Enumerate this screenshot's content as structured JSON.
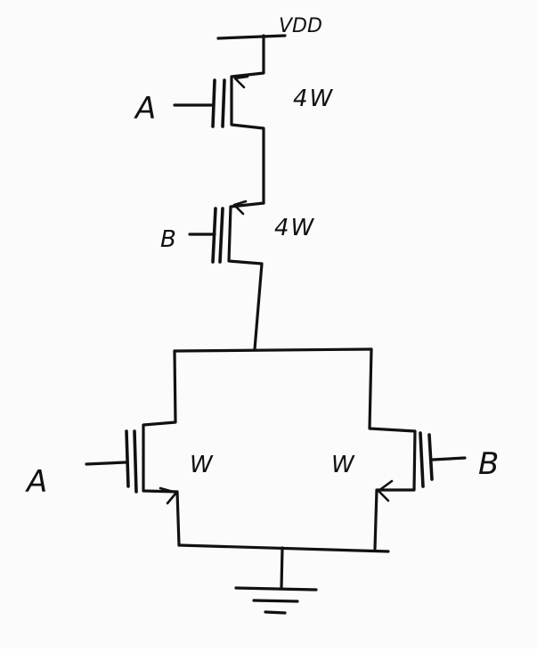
{
  "diagram": {
    "supply_label": "VDD",
    "pmos_top": {
      "gate": "A",
      "size": "4W"
    },
    "pmos_bottom": {
      "gate": "B",
      "size": "4W"
    },
    "nmos_left": {
      "gate": "A",
      "size": "W"
    },
    "nmos_right": {
      "gate": "B",
      "size": "W"
    }
  },
  "colors": {
    "ink": "#111111",
    "paper": "#fbfbfb"
  }
}
